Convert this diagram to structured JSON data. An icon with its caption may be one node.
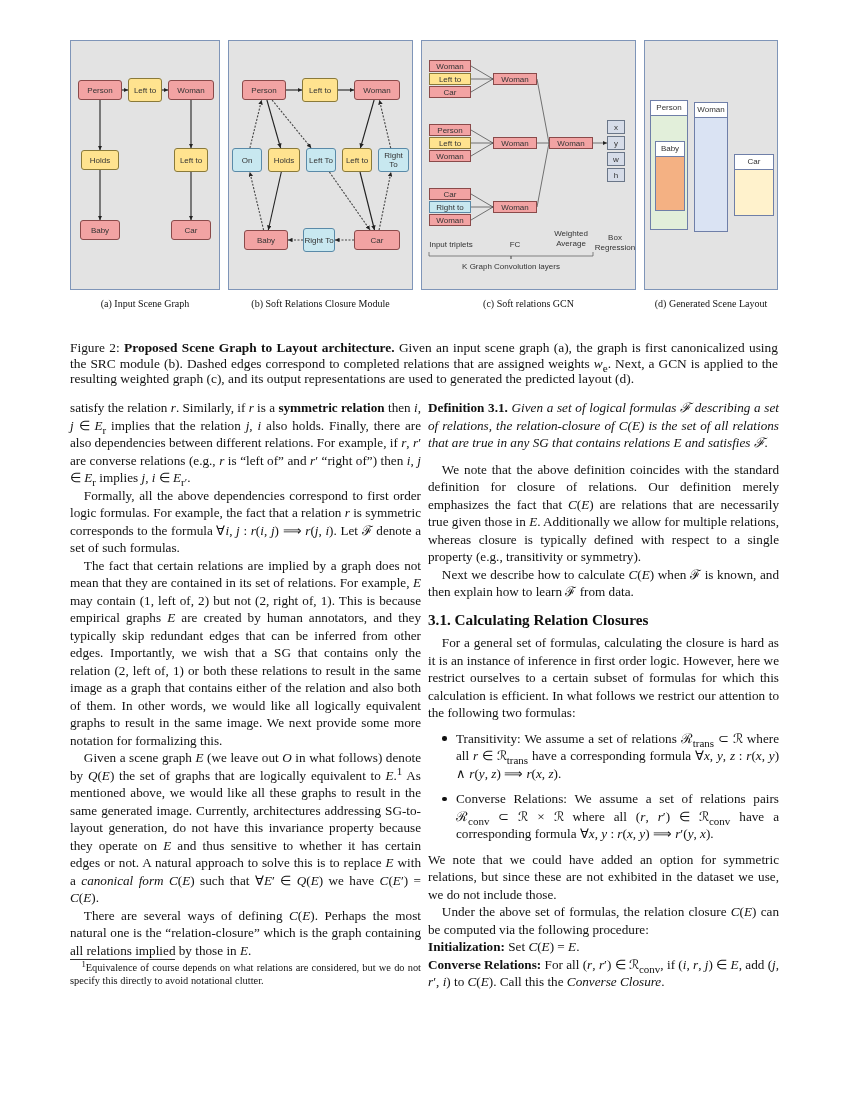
{
  "diagram": {
    "caption": "Figure 2: **Proposed Scene Graph to Layout architecture.** Given an input scene graph (a), the graph is first canonicalized using the SRC module (b). Dashed edges correspond to completed relations that are assigned weights *w*$_{e}$. Next, a GCN is applied to the resulting weighted graph (c), and its output representations are used to generated the predicted layout (d).",
    "nodes": [
      {
        "text": [
          "(a) Input Scene Graph"
        ]
      },
      {
        "text": [
          "Person"
        ],
        "in": 0
      },
      {
        "text": [
          "Left to"
        ],
        "in": 0
      },
      {
        "text": [
          "Woman"
        ],
        "in": 0
      },
      {
        "text": [
          "Holds"
        ],
        "in": 0
      },
      {
        "text": [
          "Left to"
        ],
        "in": 0
      },
      {
        "text": [
          "Baby"
        ],
        "in": 0
      },
      {
        "text": [
          "Car"
        ],
        "in": 0
      },
      {
        "text": [
          "(b) Soft Relations Closure Module"
        ]
      },
      {
        "text": [
          "Person"
        ],
        "in": 8
      },
      {
        "text": [
          "Left to"
        ],
        "in": 8
      },
      {
        "text": [
          "Woman"
        ],
        "in": 8
      },
      {
        "text": [
          "On"
        ],
        "in": 8
      },
      {
        "text": [
          "Holds"
        ],
        "in": 8
      },
      {
        "text": [
          "Left To"
        ],
        "in": 8
      },
      {
        "text": [
          "Left to"
        ],
        "in": 8
      },
      {
        "text": [
          "Right To"
        ],
        "in": 8
      },
      {
        "text": [
          "Baby"
        ],
        "in": 8
      },
      {
        "text": [
          "Right To"
        ],
        "in": 8
      },
      {
        "text": [
          "Car"
        ],
        "in": 8
      },
      {
        "text": [
          "(c) Soft relations GCN"
        ]
      },
      {
        "text": [
          "Woman"
        ],
        "in": 20
      },
      {
        "text": [
          "Left to"
        ],
        "in": 20
      },
      {
        "text": [
          "Car"
        ],
        "in": 20
      },
      {
        "text": [
          "Woman"
        ],
        "in": 20
      },
      {
        "text": [
          "Person"
        ],
        "in": 20
      },
      {
        "text": [
          "Left to"
        ],
        "in": 20
      },
      {
        "text": [
          "Woman"
        ],
        "in": 20
      },
      {
        "text": [
          "Woman"
        ],
        "in": 20
      },
      {
        "text": [
          "Car"
        ],
        "in": 20
      },
      {
        "text": [
          "Right to"
        ],
        "in": 20
      },
      {
        "text": [
          "Woman"
        ],
        "in": 20
      },
      {
        "text": [
          "Woman"
        ],
        "in": 20
      },
      {
        "text": [
          "Woman"
        ],
        "in": 20
      },
      {
        "text": [
          "x"
        ],
        "in": 20
      },
      {
        "text": [
          "y"
        ],
        "in": 20
      },
      {
        "text": [
          "w"
        ],
        "in": 20
      },
      {
        "text": [
          "h"
        ],
        "in": 20
      },
      {
        "text": [
          "(d) Generated Scene Layout"
        ]
      },
      {
        "text": [
          "Person"
        ],
        "in": 38
      },
      {
        "text": [
          "Baby"
        ],
        "in": 39
      },
      {
        "text": [
          "Woman"
        ],
        "in": 38
      },
      {
        "text": [
          "Car"
        ],
        "in": 38
      }
    ],
    "edges": [
      {
        "from": 1,
        "to": 2,
        "arrow": "to"
      },
      {
        "from": 2,
        "to": 3,
        "arrow": "to"
      },
      {
        "from": 1,
        "to": 4,
        "arrow": "to"
      },
      {
        "from": 4,
        "to": 6,
        "arrow": "to"
      },
      {
        "from": 3,
        "to": 5,
        "arrow": "to"
      },
      {
        "from": 5,
        "to": 7,
        "arrow": "to"
      },
      {
        "from": 9,
        "to": 10,
        "arrow": "to"
      },
      {
        "from": 10,
        "to": 11,
        "arrow": "to"
      },
      {
        "from": 9,
        "to": 13,
        "arrow": "to"
      },
      {
        "from": 13,
        "to": 17,
        "arrow": "to"
      },
      {
        "from": 11,
        "to": 15,
        "arrow": "to"
      },
      {
        "from": 15,
        "to": 19,
        "arrow": "to"
      },
      {
        "from": 17,
        "to": 12,
        "arrow": "to",
        "style": "dashed"
      },
      {
        "from": 12,
        "to": 9,
        "arrow": "to",
        "style": "dashed"
      },
      {
        "from": 9,
        "to": 14,
        "arrow": "to",
        "style": "dashed"
      },
      {
        "from": 14,
        "to": 19,
        "arrow": "to",
        "style": "dashed"
      },
      {
        "from": 19,
        "to": 16,
        "arrow": "to",
        "style": "dashed"
      },
      {
        "from": 16,
        "to": 11,
        "arrow": "to",
        "style": "dashed"
      },
      {
        "from": 19,
        "to": 18,
        "arrow": "to",
        "style": "dashed"
      },
      {
        "from": 18,
        "to": 17,
        "arrow": "to",
        "style": "dashed"
      },
      {
        "from": 21,
        "to": 24,
        "arrow": "none"
      },
      {
        "from": 22,
        "to": 24,
        "arrow": "none"
      },
      {
        "from": 23,
        "to": 24,
        "arrow": "none"
      },
      {
        "from": 25,
        "to": 28,
        "arrow": "none"
      },
      {
        "from": 26,
        "to": 28,
        "arrow": "none"
      },
      {
        "from": 27,
        "to": 28,
        "arrow": "none"
      },
      {
        "from": 29,
        "to": 32,
        "arrow": "none"
      },
      {
        "from": 30,
        "to": 32,
        "arrow": "none"
      },
      {
        "from": 31,
        "to": 32,
        "arrow": "none"
      },
      {
        "from": 24,
        "to": 33,
        "arrow": "none"
      },
      {
        "from": 28,
        "to": 33,
        "arrow": "none"
      },
      {
        "from": 32,
        "to": 33,
        "arrow": "none"
      },
      {
        "from": 33,
        "to": 35,
        "arrow": "to"
      }
    ],
    "labels": [
      "Input triplets",
      "FC",
      "Weighted Average",
      "Box Regression",
      "K Graph Convolution layers",
      "satisfy the relation *r*. Similarly, if *r* is a **symmetric relation** then *i*, *j* ∈ *E*$_{r}$ implies that the relation *j*, *i* also holds. Finally, there are also dependencies between different relations. For example, if *r*, *r*′ are converse relations (e.g., *r* is “left of” and *r*′ “right of”) then *i*, *j* ∈ *E*$_{r}$ implies *j*, *i* ∈ *E*$_{r′}$.",
      "Formally, all the above dependencies correspond to first order logic formulas. For example, the fact that a relation *r* is symmetric corresponds to the formula ∀*i*, *j* : *r*(*i*, *j*) ⟹ *r*(*j*, *i*). Let ℱ denote a set of such formulas.",
      "The fact that certain relations are implied by a graph does not mean that they are contained in its set of relations. For example, *E* may contain (1, left of, 2) but not (2, right of, 1). This is because empirical graphs *E* are created by human annotators, and they typically skip redundant edges that can be inferred from other edges. Importantly, we wish that a SG that contains only the relation (2, left of, 1) or both these relations to result in the same image as a graph that contains either of the relation and also both of them. In other words, we would like all logically equivalent graphs to result in the same image. We next provide some more notation for formalizing this.",
      "Given a scene graph *E* (we leave out *O* in what follows) denote by *Q*(*E*) the set of graphs that are logically equivalent to *E*.$^{1}$ As mentioned above, we would like all these graphs to result in the same generated image. Currently, architectures addressing SG-to-layout generation, do not have this invariance property because they operate on *E* and thus sensitive to whether it has certain edges or not. A natural approach to solve this is to replace *E* with a *canonical form* *C*(*E*) such that ∀*E*′ ∈ *Q*(*E*) we have *C*(*E*′) = *C*(*E*).",
      "There are several ways of defining *C*(*E*). Perhaps the most natural one is the “relation-closure” which is the graph containing all relations implied by those in *E*.",
      "$^{1}$Equivalence of course depends on what relations are considered, but we do not specify this directly to avoid notational clutter.",
      "**Definition 3.1.** *Given a set of logical formulas ℱ describing a set of relations, the relation-closure of C(E) is the set of all relations that are true in any SG that contains relations E and satisfies ℱ.*",
      "We note that the above definition coincides with the standard definition for closure of relations. Our definition merely emphasizes the fact that *C*(*E*) are relations that are necessarily true given those in *E*. Additionally we allow for multiple relations, whereas closure is typically defined with respect to a single property (e.g., transitivity or symmetry).",
      "Next we describe how to calculate *C*(*E*) when ℱ is known, and then explain how to learn ℱ from data.",
      "3.1. Calculating Relation Closures",
      "For a general set of formulas, calculating the closure is hard as it is an instance of inference in first order logic. However, here we restrict ourselves to a certain subset of formulas for which this calculation is efficient. In what follows we restrict our attention to the following two formulas:",
      "Transitivity: We assume a set of relations ℛ$_{trans}$ ⊂ ℛ where all *r* ∈ ℛ$_{trans}$ have a corresponding formula ∀*x*, *y*, *z* : *r*(*x*, *y*) ∧ *r*(*y*, *z*) ⟹ *r*(*x*, *z*).",
      "Converse Relations: We assume a set of relations pairs ℛ$_{conv}$ ⊂ ℛ × ℛ where all (*r*, *r*′) ∈ ℛ$_{conv}$ have a corresponding formula ∀*x*, *y* : *r*(*x*, *y*) ⟹ *r*′(*y*, *x*).",
      "We note that we could have added an option for symmetric relations, but since these are not exhibited in the dataset we use, we do not include those.",
      "Under the above set of formulas, the relation closure *C*(*E*) can be computed via the following procedure:",
      "**Initialization:** Set *C*(*E*) = *E*.",
      "**Converse Relations:** For all (*r*, *r*′) ∈ ℛ$_{conv}$, if (*i*, *r*, *j*) ∈ *E*, add (*j*, *r*′, *i*) to *C*(*E*). Call this the *Converse Closure*."
    ]
  }
}
